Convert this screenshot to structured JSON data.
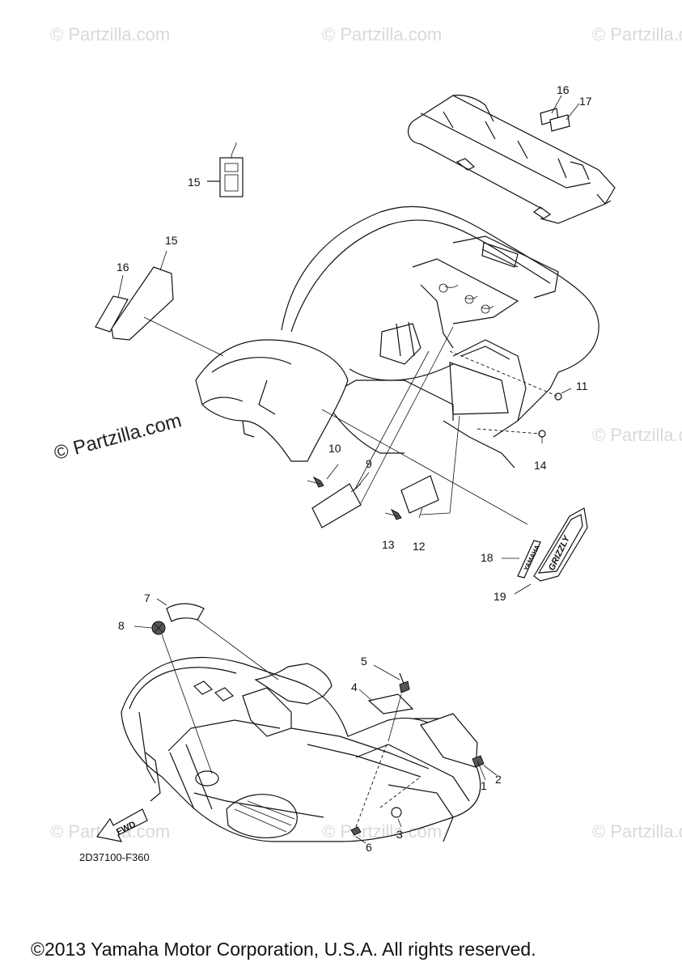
{
  "watermark": {
    "text": "© Partzilla.com",
    "prominent_text": "© Partzilla.com"
  },
  "callouts": [
    "1",
    "2",
    "3",
    "4",
    "5",
    "6",
    "7",
    "8",
    "9",
    "10",
    "11",
    "12",
    "13",
    "14",
    "15",
    "16",
    "15",
    "16",
    "17",
    "18",
    "19"
  ],
  "part_code": "2D37100-F360",
  "fwd_label": "FWD",
  "decal_text": {
    "yamaha": "YAMAHA",
    "grizzly": "GRIZZLY"
  },
  "copyright": "©2013 Yamaha Motor Corporation, U.S.A. All rights reserved."
}
